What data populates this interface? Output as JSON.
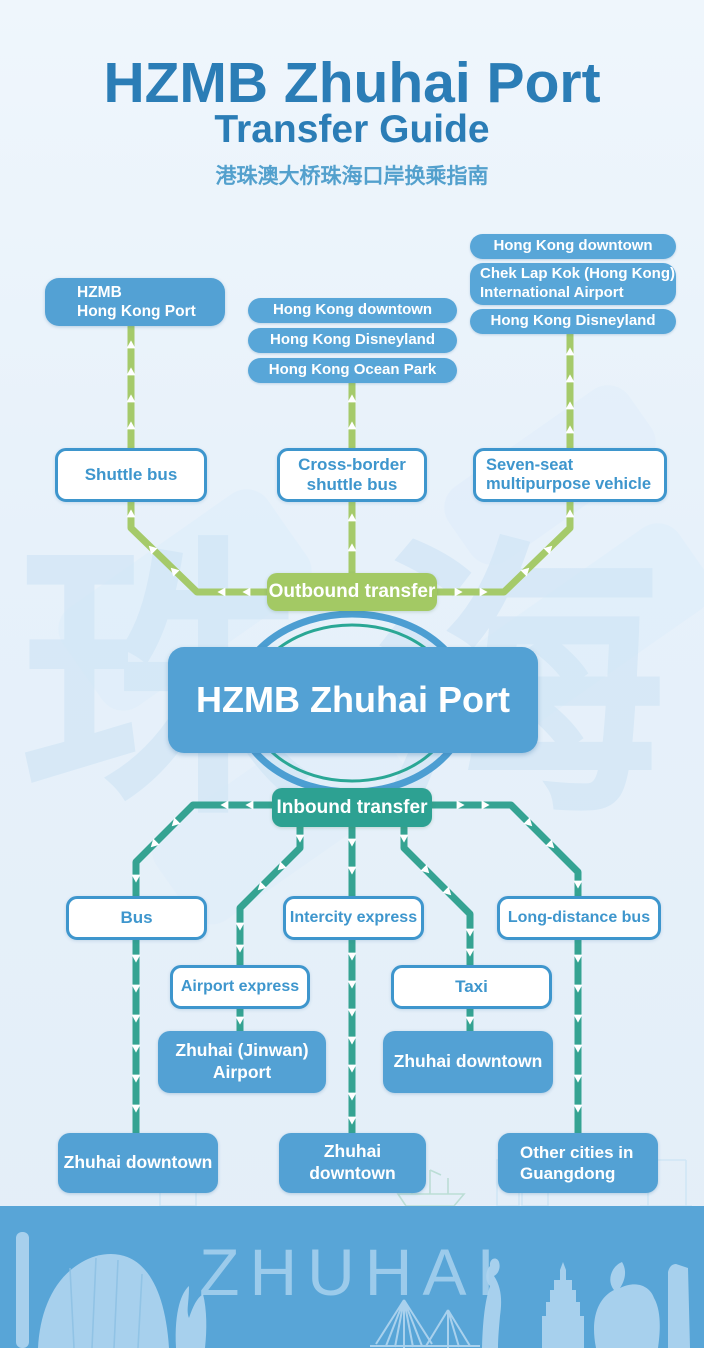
{
  "header": {
    "title": "HZMB Zhuhai Port",
    "subtitle": "Transfer Guide",
    "subtitle_zh": "港珠澳大桥珠海口岸换乘指南"
  },
  "background": {
    "watermark_text": "珠海"
  },
  "center": {
    "label": "HZMB Zhuhai Port"
  },
  "outbound": {
    "badge": "Outbound transfer",
    "branches": [
      {
        "mode": "Shuttle bus",
        "destinations": [
          "HZMB\nHong Kong Port"
        ]
      },
      {
        "mode": "Cross-border shuttle bus",
        "destinations": [
          "Hong Kong downtown",
          "Hong Kong Disneyland",
          "Hong Kong Ocean Park"
        ]
      },
      {
        "mode": "Seven-seat\nmultipurpose vehicle",
        "destinations": [
          "Hong Kong downtown",
          "Chek Lap Kok (Hong Kong)\nInternational Airport",
          "Hong Kong Disneyland"
        ]
      }
    ]
  },
  "inbound": {
    "badge": "Inbound transfer",
    "branches": [
      {
        "mode": "Bus",
        "destination": "Zhuhai downtown"
      },
      {
        "mode": "Airport express",
        "destination": "Zhuhai (Jinwan)\nAirport"
      },
      {
        "mode": "Intercity express",
        "destination": "Zhuhai downtown"
      },
      {
        "mode": "Taxi",
        "destination": "Zhuhai downtown"
      },
      {
        "mode": "Long-distance bus",
        "destination": "Other cities in\nGuangdong"
      }
    ]
  },
  "banner": {
    "city": "ZHUHAI"
  },
  "colors": {
    "accent_blue": "#2b7db6",
    "node_blue": "#55a3d5",
    "outline_blue": "#3e96cd",
    "outbound_green": "#a5ca6a",
    "inbound_teal": "#35a392",
    "banner_blue": "#58a5d7"
  }
}
